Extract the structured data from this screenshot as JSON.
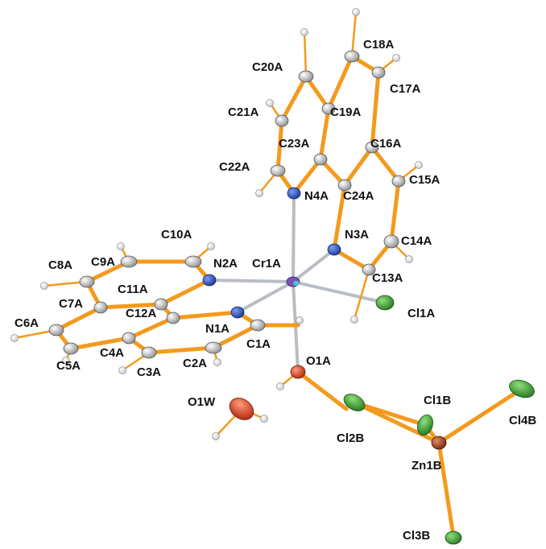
{
  "figure": {
    "colors": {
      "background": "#ffffff",
      "bond": "#f39a1d",
      "coord_bond": "#b9bec4",
      "carbon": "#c9c9c9",
      "nitrogen": "#2a4fb8",
      "oxygen": "#d9381e",
      "chlorine": "#3a9b2f",
      "zinc": "#b04a2a",
      "chromium": "#7b52b8",
      "hydrogen": "#f2f2f2"
    },
    "labels": {
      "C18A": "C18A",
      "C20A": "C20A",
      "C17A": "C17A",
      "C21A": "C21A",
      "C19A": "C19A",
      "C23A": "C23A",
      "C16A": "C16A",
      "C22A": "C22A",
      "C15A": "C15A",
      "N4A": "N4A",
      "C24A": "C24A",
      "C10A": "C10A",
      "N3A": "N3A",
      "C14A": "C14A",
      "C8A": "C8A",
      "C9A": "C9A",
      "N2A": "N2A",
      "Cr1A": "Cr1A",
      "C11A": "C11A",
      "C13A": "C13A",
      "C7A": "C7A",
      "Cl1A": "Cl1A",
      "C12A": "C12A",
      "C6A": "C6A",
      "N1A": "N1A",
      "C4A": "C4A",
      "C1A": "C1A",
      "C5A": "C5A",
      "C3A": "C3A",
      "C2A": "C2A",
      "O1A": "O1A",
      "O1W": "O1W",
      "Cl1B": "Cl1B",
      "Cl4B": "Cl4B",
      "Cl2B": "Cl2B",
      "Zn1B": "Zn1B",
      "Cl3B": "Cl3B"
    }
  }
}
